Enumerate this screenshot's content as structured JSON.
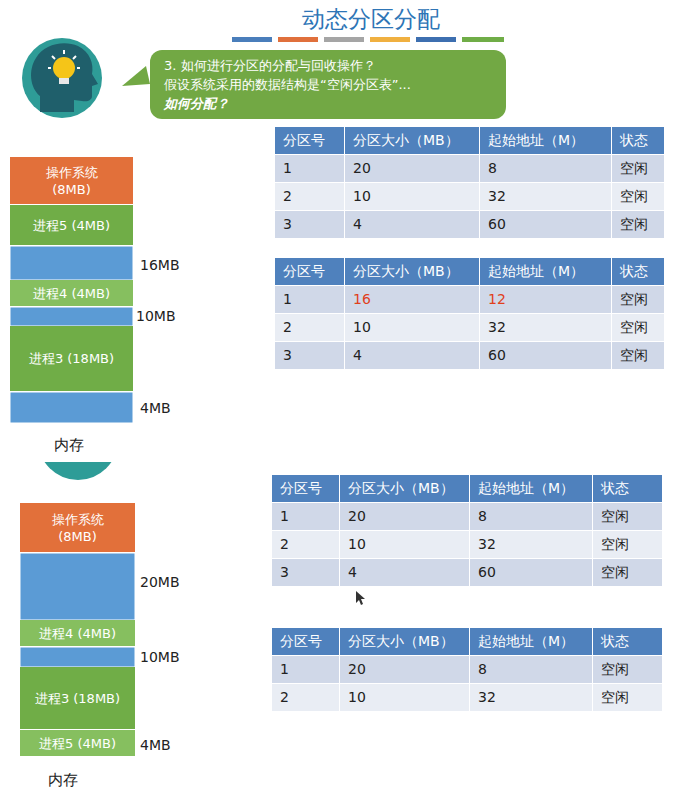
{
  "diagram": {
    "title": "动态分区分配",
    "nodes": [
      {
        "text": [
          "3. 如何进行分区的分配与回收操作？",
          "假设系统采用的数据结构是“空闲分区表”...",
          "如何分配？"
        ]
      },
      {
        "text": [
          "操作系统 (8MB)"
        ]
      },
      {
        "text": [
          "进程5 (4MB)"
        ]
      },
      {
        "text": [
          "进程4 (4MB)"
        ]
      },
      {
        "text": [
          "进程3 (18MB)"
        ]
      },
      {
        "text": [
          "操作系统 (8MB)"
        ]
      },
      {
        "text": [
          "进程4 (4MB)"
        ]
      },
      {
        "text": [
          "进程3 (18MB)"
        ]
      },
      {
        "text": [
          "进程5 (4MB)"
        ]
      }
    ],
    "labels": [
      "16MB",
      "10MB",
      "4MB",
      "内存",
      "分区号",
      "分区大小（MB）",
      "起始地址（M）",
      "状态",
      "1",
      "20",
      "8",
      "空闲",
      "2",
      "10",
      "32",
      "空闲",
      "3",
      "4",
      "60",
      "空闲",
      "分区号",
      "分区大小（MB）",
      "起始地址（M）",
      "状态",
      "1",
      "16",
      "12",
      "空闲",
      "2",
      "10",
      "32",
      "空闲",
      "3",
      "4",
      "60",
      "空闲",
      "分区号",
      "分区大小（MB）",
      "起始地址（M）",
      "状态",
      "1",
      "20",
      "8",
      "空闲",
      "2",
      "10",
      "32",
      "空闲",
      "3",
      "4",
      "60",
      "空闲",
      "分区号",
      "分区大小（MB）",
      "起始地址（M）",
      "状态",
      "1",
      "20",
      "8",
      "空闲",
      "2",
      "10",
      "32",
      "空闲",
      "20MB",
      "10MB",
      "4MB",
      "内存"
    ]
  }
}
